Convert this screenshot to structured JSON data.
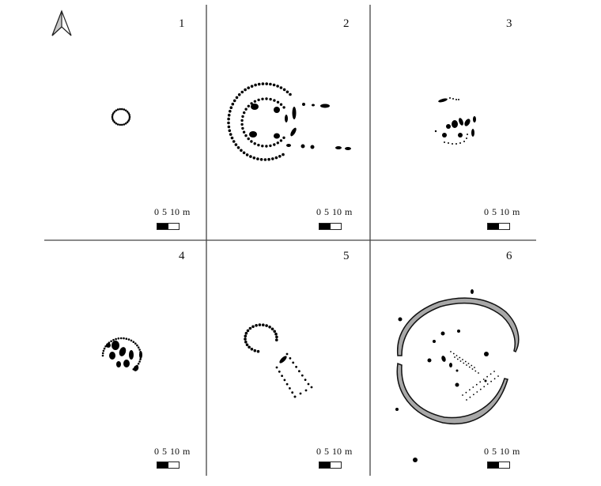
{
  "figure": {
    "north_arrow": {
      "label": "north-arrow",
      "fill": "#c8c8c8"
    },
    "grid_line_color": "#444444",
    "ditch_fill": "#a8a8a8",
    "feature_color": "#000000"
  },
  "panels": [
    {
      "number": "1",
      "scale": {
        "labels": "0  5 10 m",
        "unit": "m",
        "ticks": [
          "0",
          "5",
          "10"
        ]
      }
    },
    {
      "number": "2",
      "scale": {
        "labels": "0  5 10 m",
        "unit": "m",
        "ticks": [
          "0",
          "5",
          "10"
        ]
      }
    },
    {
      "number": "3",
      "scale": {
        "labels": "0  5 10 m",
        "unit": "m",
        "ticks": [
          "0",
          "5",
          "10"
        ]
      }
    },
    {
      "number": "4",
      "scale": {
        "labels": "0  5 10 m",
        "unit": "m",
        "ticks": [
          "0",
          "5",
          "10"
        ]
      }
    },
    {
      "number": "5",
      "scale": {
        "labels": "0  5 10 m",
        "unit": "m",
        "ticks": [
          "0",
          "5",
          "10"
        ]
      }
    },
    {
      "number": "6",
      "scale": {
        "labels": "0  5 10 m",
        "unit": "m",
        "ticks": [
          "0",
          "5",
          "10"
        ]
      }
    }
  ]
}
